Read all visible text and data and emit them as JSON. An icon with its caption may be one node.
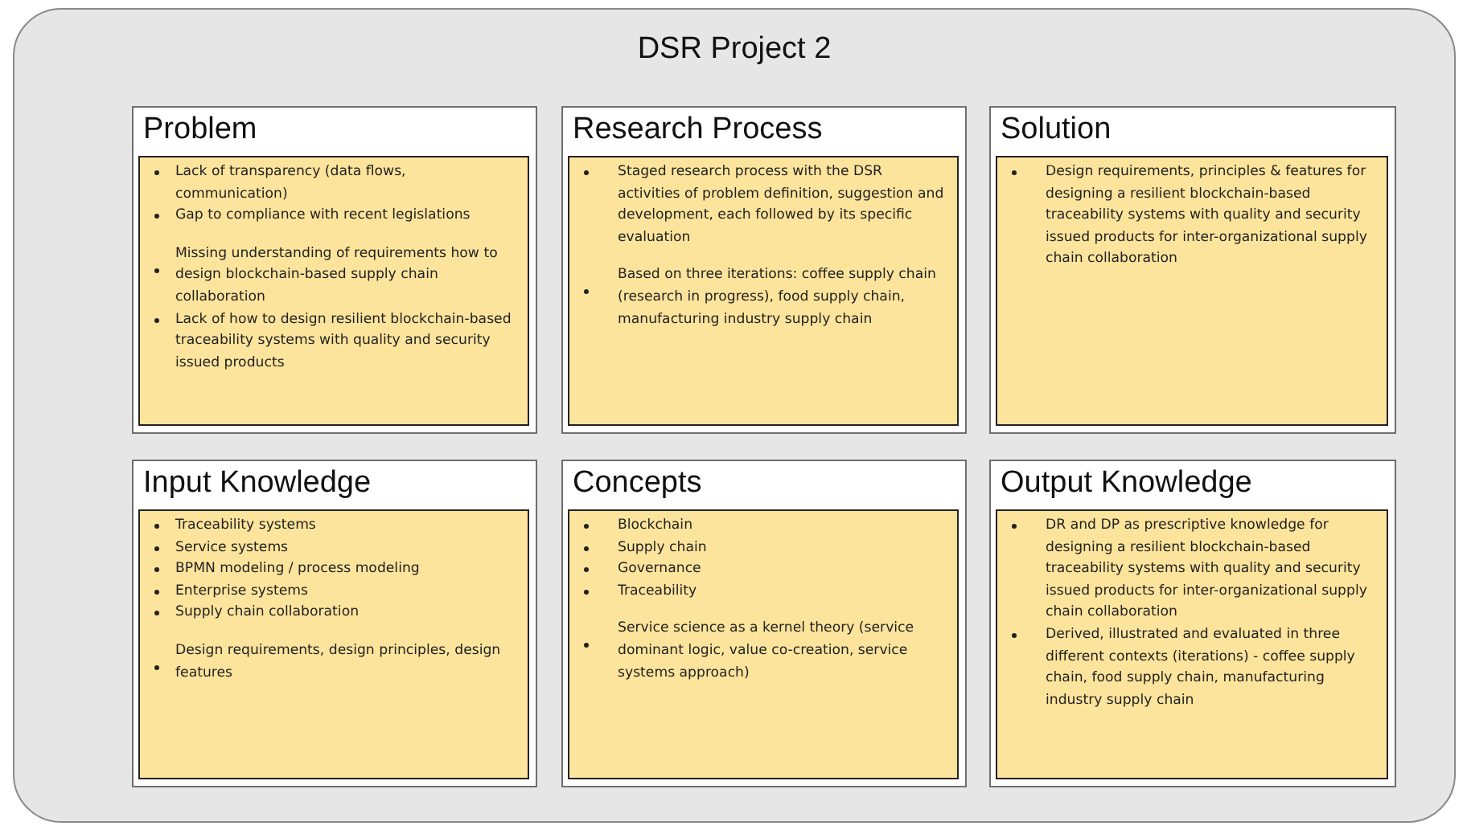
{
  "diagram": {
    "nodes": [
      {
        "text": [
          "DSR Project 2"
        ]
      },
      {
        "text": [
          "Problem"
        ],
        "in": 0
      },
      {
        "text": [
          "Lack of transparency (data flows, communication)",
          "Gap to compliance with recent legislations",
          "Missing understanding of requirements how to design blockchain-based supply chain collaboration",
          "Lack of how to design resilient blockchain-based traceability systems with quality and security issued products"
        ],
        "in": 1
      },
      {
        "text": [
          "Research Process"
        ],
        "in": 0
      },
      {
        "text": [
          "Staged research process with the DSR activities of problem definition, suggestion and development, each followed by its specific evaluation",
          "Based on three iterations: coffee supply chain (research in progress), food supply chain, manufacturing industry supply chain"
        ],
        "in": 3
      },
      {
        "text": [
          "Solution"
        ],
        "in": 0
      },
      {
        "text": [
          "Design requirements, principles & features for designing a resilient blockchain-based traceability systems with quality and security issued products for inter-organizational supply chain collaboration"
        ],
        "in": 5
      },
      {
        "text": [
          "Input Knowledge"
        ],
        "in": 0
      },
      {
        "text": [
          "Traceability systems",
          "Service systems",
          "BPMN modeling / process modeling",
          "Enterprise systems",
          "Supply chain collaboration",
          "Design requirements, design principles, design features"
        ],
        "in": 7
      },
      {
        "text": [
          "Concepts"
        ],
        "in": 0
      },
      {
        "text": [
          "Blockchain",
          "Supply chain",
          "Governance",
          "Traceability",
          "Service science as a kernel theory (service dominant logic, value co-creation, service systems approach)"
        ],
        "in": 9
      },
      {
        "text": [
          "Output Knowledge"
        ],
        "in": 0
      },
      {
        "text": [
          "DR and DP as prescriptive knowledge for designing a resilient blockchain-based traceability systems with quality and security issued products for inter-organizational supply chain collaboration",
          "Derived, illustrated and evaluated in three different contexts (iterations) - coffee supply chain, food supply chain, manufacturing industry supply chain"
        ],
        "in": 11
      }
    ]
  }
}
